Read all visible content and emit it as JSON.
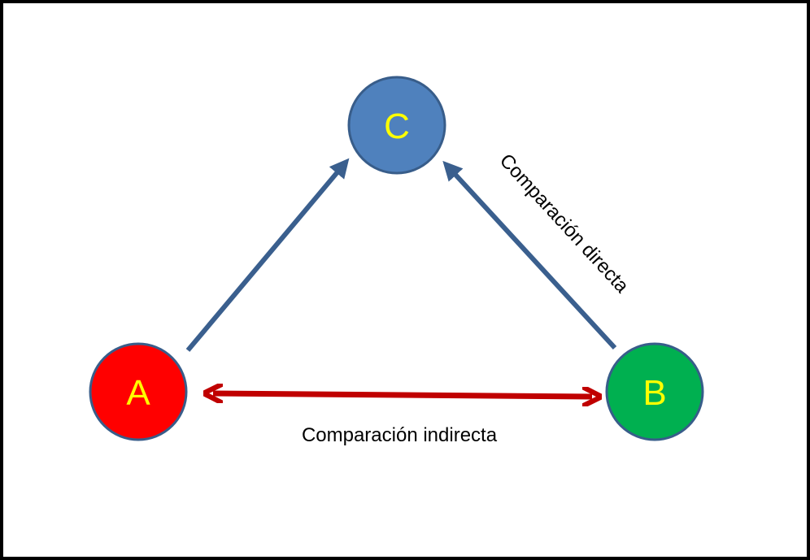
{
  "diagram": {
    "nodes": {
      "a": {
        "label": "A",
        "fill": "#ff0000",
        "text_color": "#ffff00"
      },
      "b": {
        "label": "B",
        "fill": "#00b050",
        "text_color": "#ffff00"
      },
      "c": {
        "label": "C",
        "fill": "#4f81bd",
        "text_color": "#ffff00"
      }
    },
    "edge_labels": {
      "direct": "Comparación directa",
      "indirect": "Comparación indirecta"
    },
    "colors": {
      "node_stroke": "#385d8a",
      "direct_arrow": "#3a5f8e",
      "indirect_arrow": "#c00000",
      "frame": "#000000"
    },
    "edges": [
      {
        "from": "A",
        "to": "C",
        "type": "direct",
        "direction": "one-way"
      },
      {
        "from": "B",
        "to": "C",
        "type": "direct",
        "direction": "one-way"
      },
      {
        "from": "A",
        "to": "B",
        "type": "indirect",
        "direction": "two-way"
      }
    ]
  }
}
